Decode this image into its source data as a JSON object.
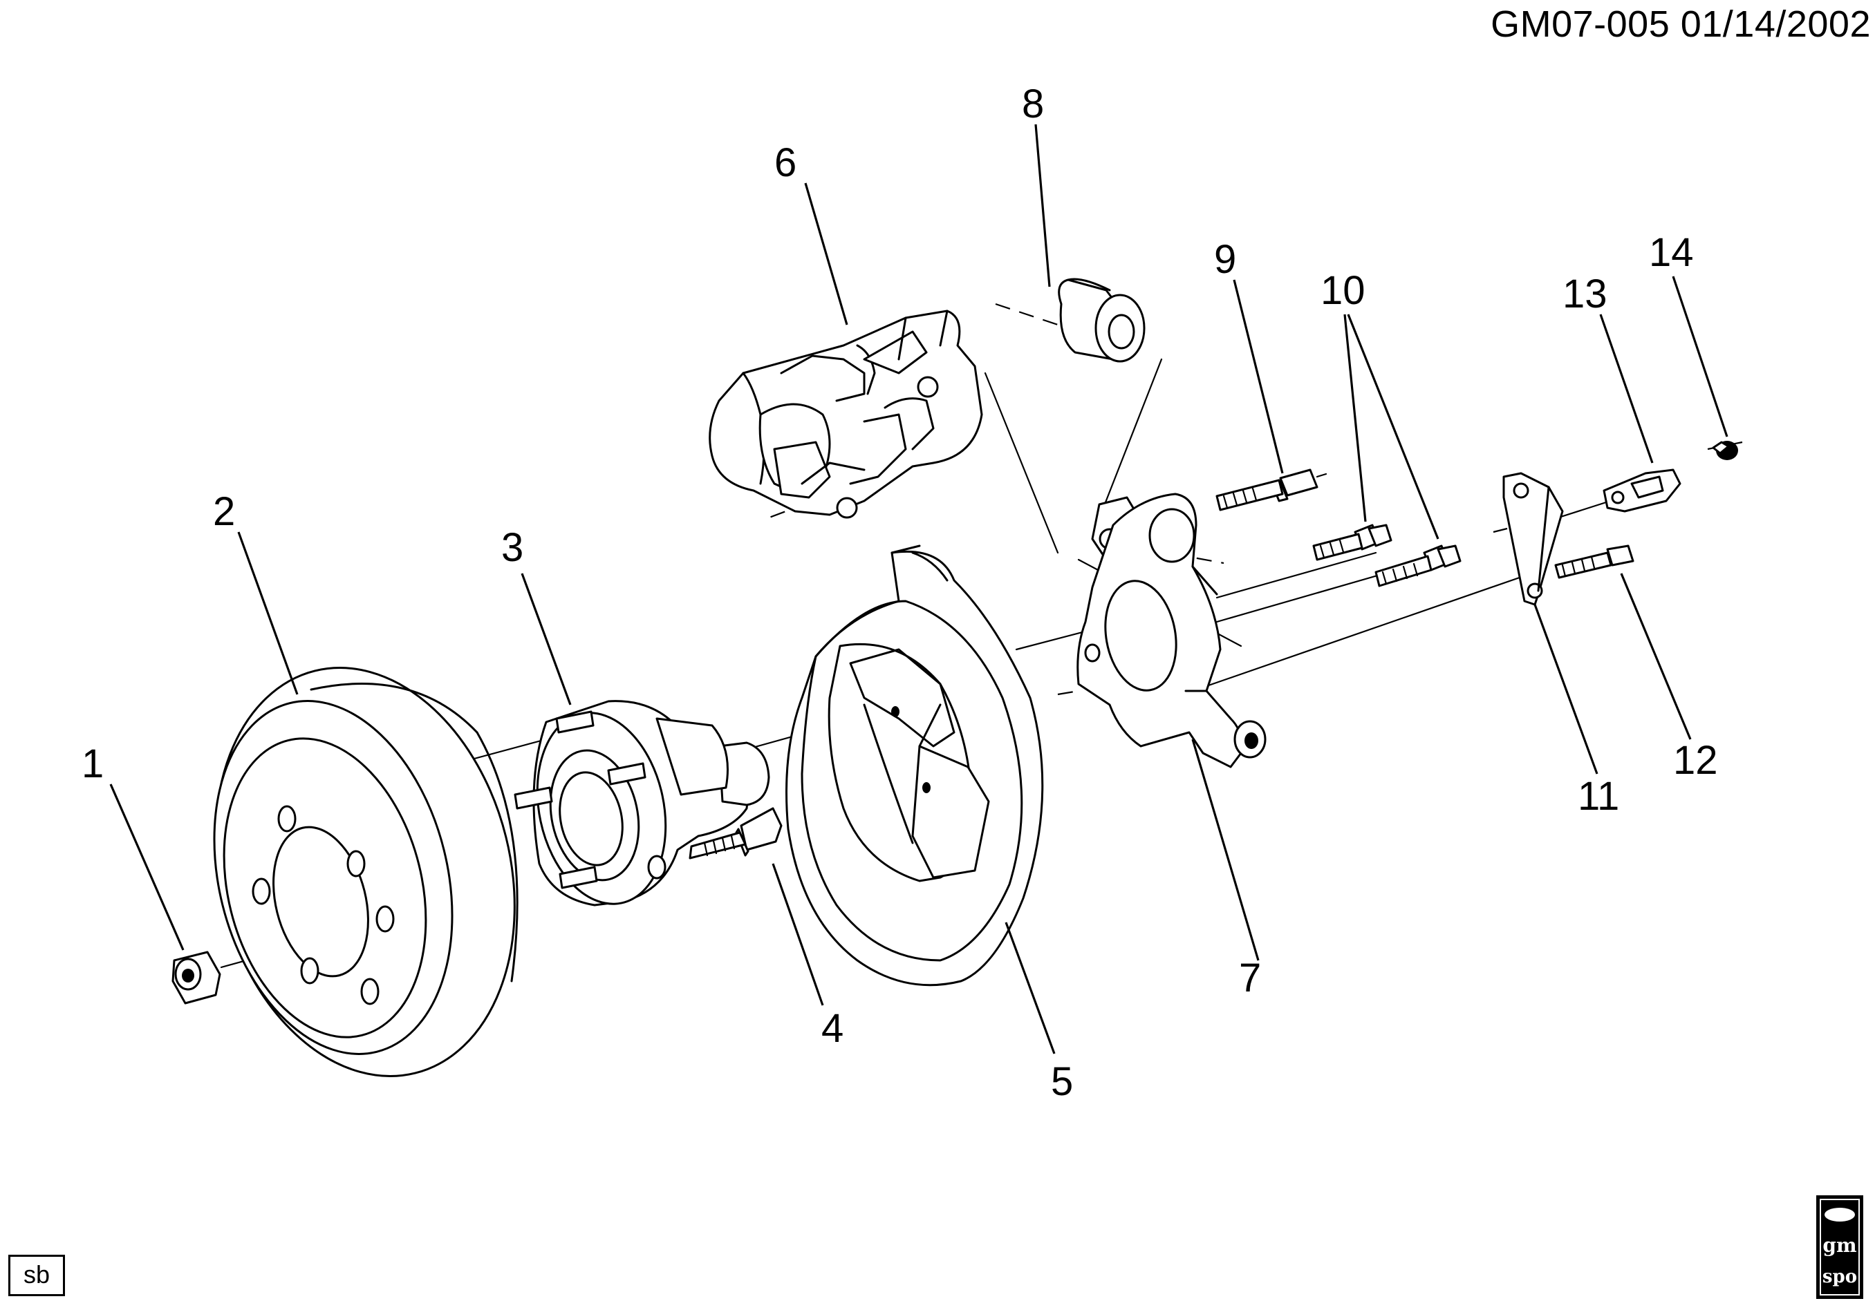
{
  "header": {
    "code": "GM07-005  01/14/2002"
  },
  "footer": {
    "sb_label": "sb",
    "logo_line1": "gm",
    "logo_line2": "spo"
  },
  "callouts": [
    "1",
    "2",
    "3",
    "4",
    "5",
    "6",
    "7",
    "8",
    "9",
    "10",
    "11",
    "12",
    "13",
    "14"
  ]
}
